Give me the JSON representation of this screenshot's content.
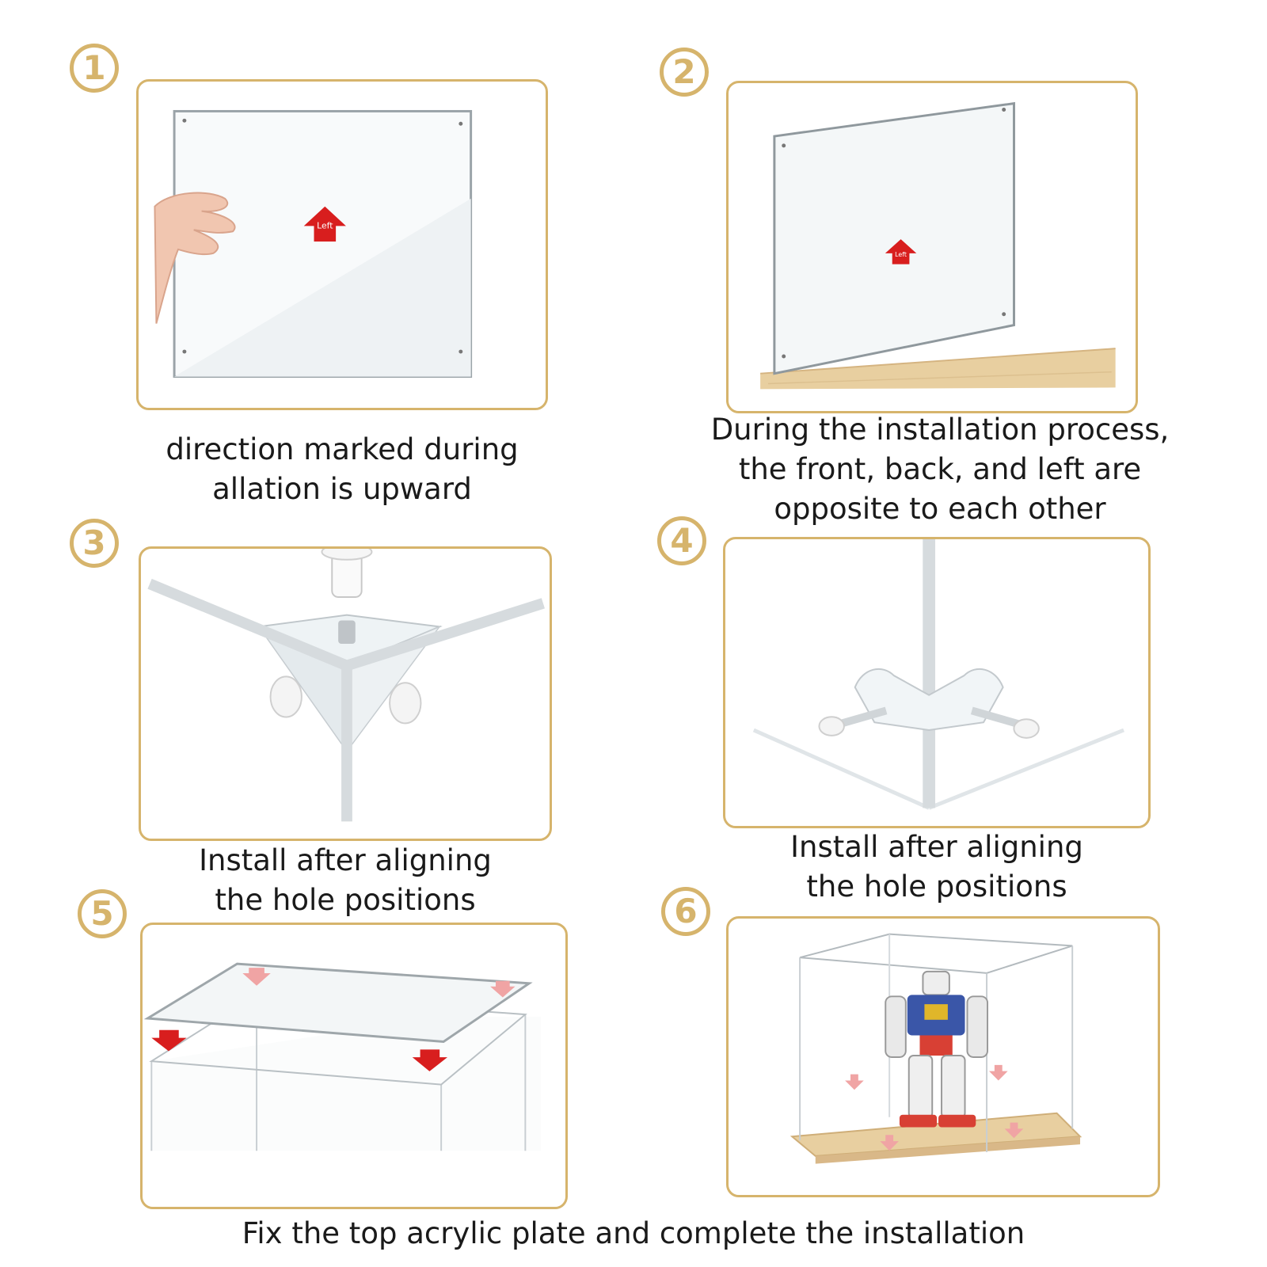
{
  "steps": [
    {
      "number": "1",
      "caption_lines": [
        "direction marked during",
        "allation is upward"
      ],
      "arrow_label": "Left"
    },
    {
      "number": "2",
      "caption_lines": [
        "During the installation process,",
        "the front, back, and left are",
        "opposite to each other"
      ],
      "arrow_label": "Left"
    },
    {
      "number": "3",
      "caption_lines": [
        "Install after aligning",
        "the hole positions"
      ]
    },
    {
      "number": "4",
      "caption_lines": [
        "Install after aligning",
        "the hole positions"
      ]
    },
    {
      "number": "5"
    },
    {
      "number": "6"
    }
  ],
  "footer": "Fix the top acrylic plate and complete the installation",
  "colors": {
    "accent_gold": "#d6b46c",
    "arrow_red": "#d81e1e",
    "wood": "#e8cfa0"
  }
}
